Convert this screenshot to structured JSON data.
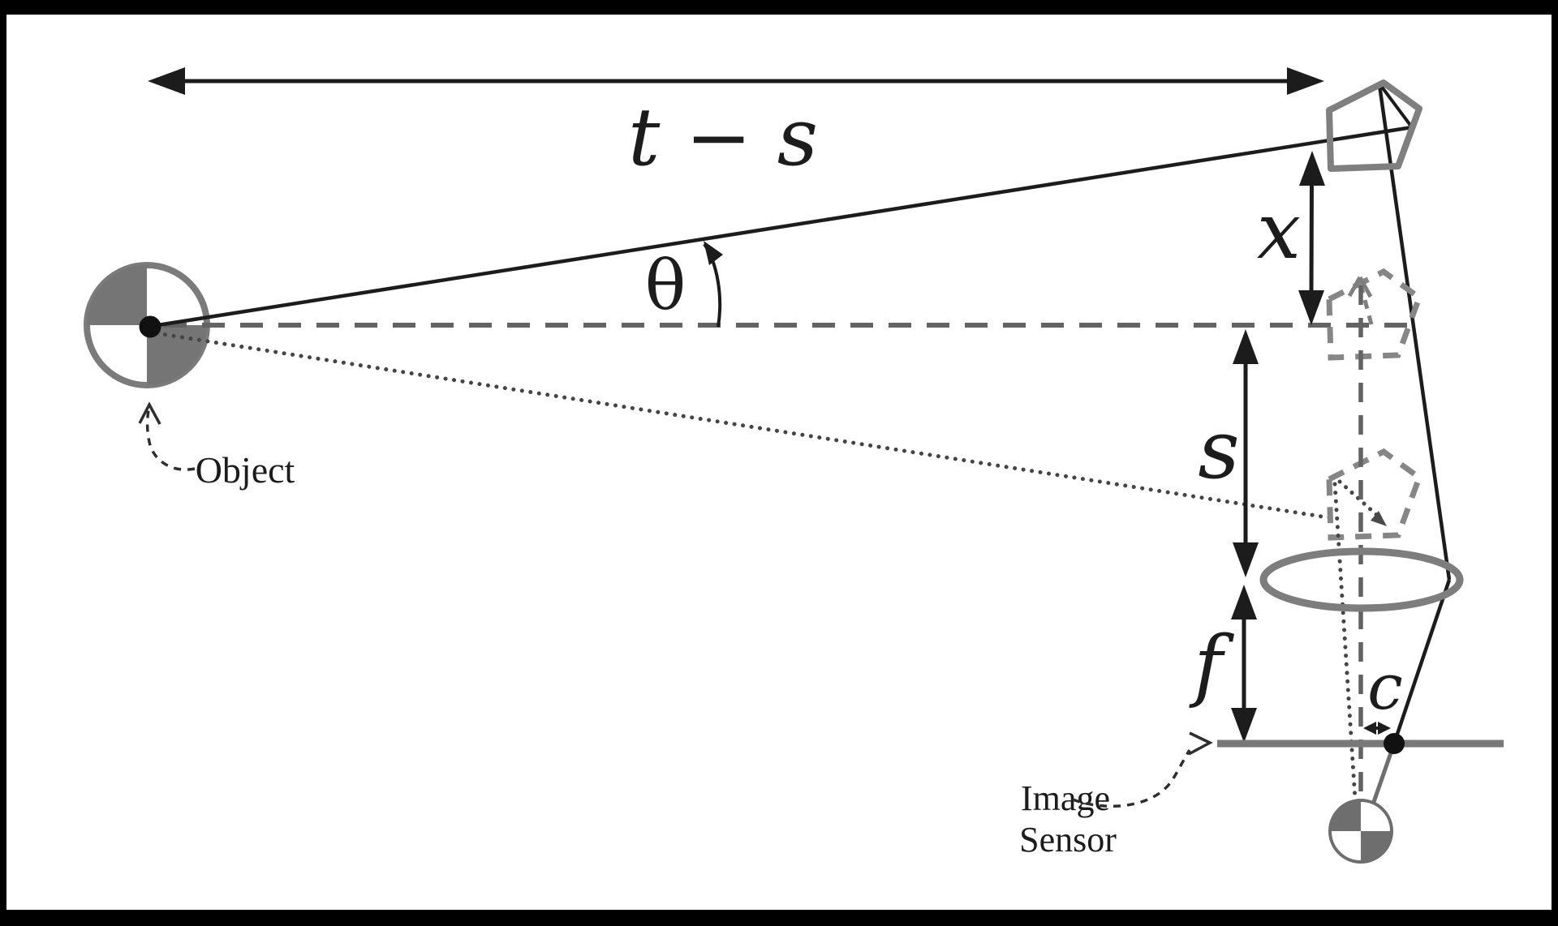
{
  "figure": {
    "type": "pentaprism-rangefinder-optics-diagram",
    "math": {
      "baseline_distance": "t − s",
      "theta": "θ",
      "x_offset": "x",
      "s_offset": "s",
      "focal_length": "f",
      "sensor_displacement": "c"
    },
    "captions": {
      "object": "Object",
      "image_sensor_line1": "Image",
      "image_sensor_line2": "Sensor"
    },
    "colors": {
      "ink": "#1c1c1c",
      "structure_gray": "#7f7f7f",
      "dash_gray": "#636363",
      "quadrant_gray": "#757575",
      "soft_gray": "#6e6e6e",
      "frame": "#000000",
      "background": "#ffffff"
    }
  }
}
